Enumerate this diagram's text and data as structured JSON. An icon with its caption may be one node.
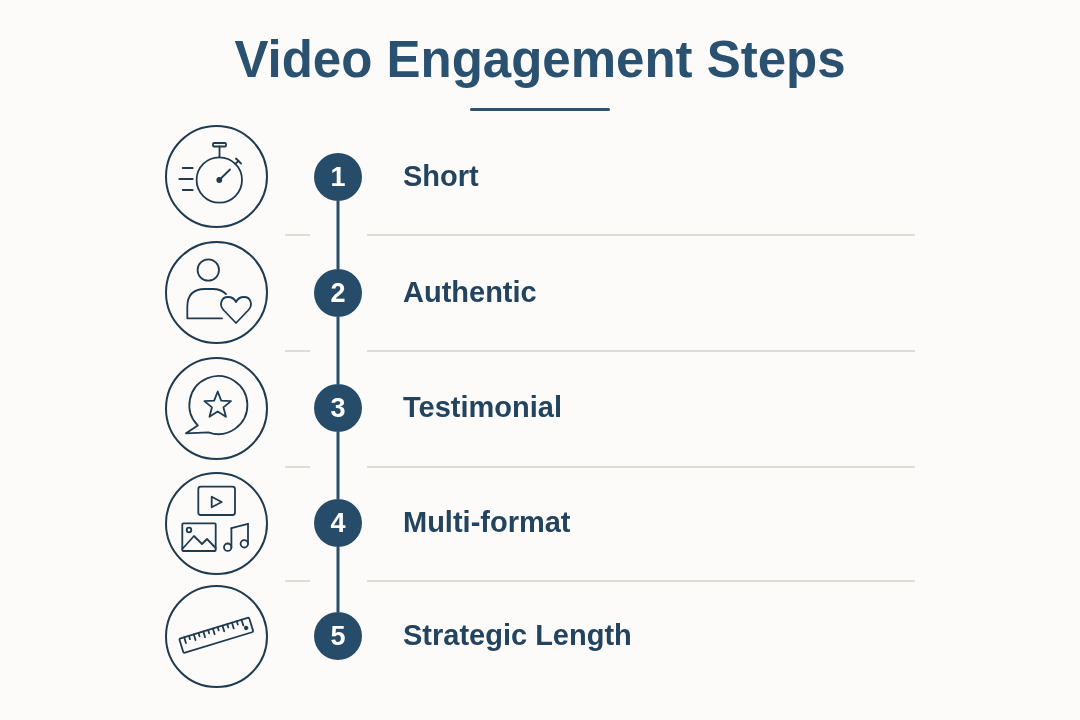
{
  "diagram": {
    "title": "Video Engagement Steps",
    "nodes": [
      {
        "text": [],
        "shape": "picture"
      },
      {
        "text": [
          "1"
        ],
        "beside": [
          "Short"
        ]
      },
      {
        "text": [],
        "shape": "picture"
      },
      {
        "text": [
          "2"
        ],
        "beside": [
          "Authentic"
        ]
      },
      {
        "text": [],
        "shape": "picture"
      },
      {
        "text": [
          "3"
        ],
        "beside": [
          "Testimonial"
        ]
      },
      {
        "text": [],
        "shape": "picture"
      },
      {
        "text": [
          "4"
        ],
        "beside": [
          "Multi-format"
        ]
      },
      {
        "text": [],
        "shape": "picture"
      },
      {
        "text": [
          "5"
        ],
        "beside": [
          "Strategic Length"
        ]
      }
    ],
    "edges": [
      {
        "from": 1,
        "to": 3,
        "arrow": "none"
      },
      {
        "from": 3,
        "to": 5,
        "arrow": "none"
      },
      {
        "from": 5,
        "to": 7,
        "arrow": "none"
      },
      {
        "from": 7,
        "to": 9,
        "arrow": "none"
      }
    ]
  }
}
